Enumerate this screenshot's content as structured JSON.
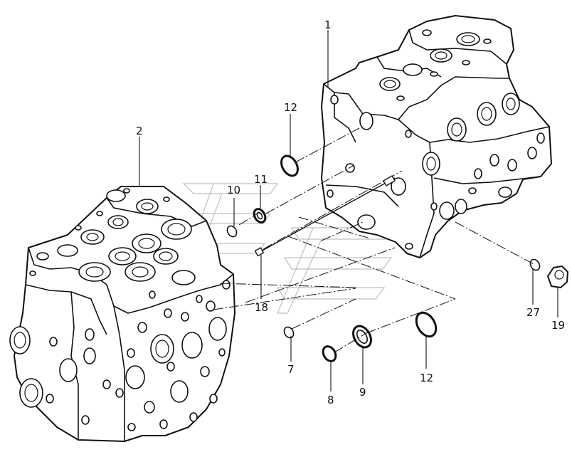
{
  "diagram": {
    "callouts": {
      "c1": "1",
      "c2": "2",
      "c12a": "12",
      "c11": "11",
      "c10": "10",
      "c18": "18",
      "c7": "7",
      "c8": "8",
      "c9": "9",
      "c12b": "12",
      "c27": "27",
      "c19": "19"
    }
  }
}
